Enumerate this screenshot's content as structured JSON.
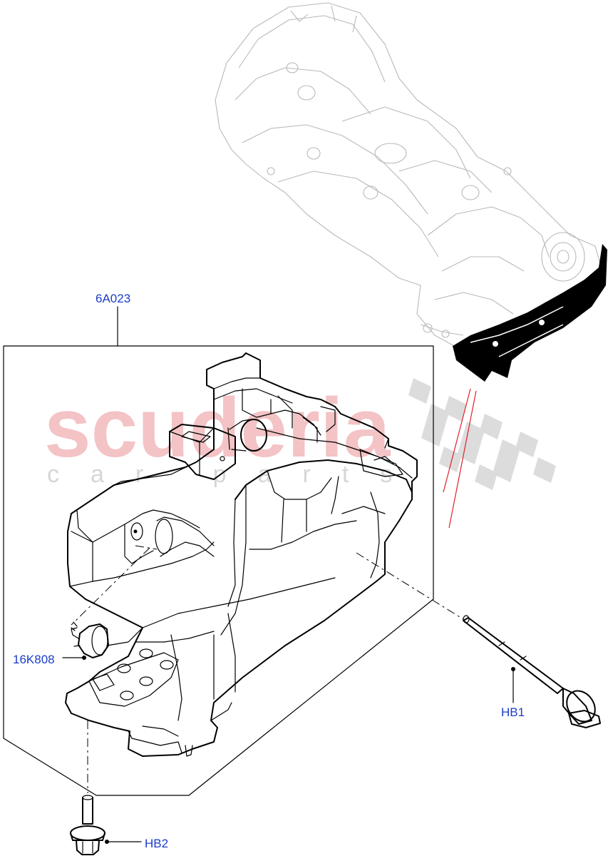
{
  "colors": {
    "callout_text": "#1a3cc8",
    "watermark_red": "#f3c3c5",
    "watermark_grey": "#d6d6d6",
    "transmission_line": "#b9b9b9",
    "highlight_fill": "#000000",
    "leader_red": "#e0202a"
  },
  "watermark": {
    "main": "scuderia",
    "sub": "car parts"
  },
  "callouts": {
    "bracket": "6A023",
    "bumper": "16K808",
    "bolt_right": "HB1",
    "bolt_bottom": "HB2"
  }
}
